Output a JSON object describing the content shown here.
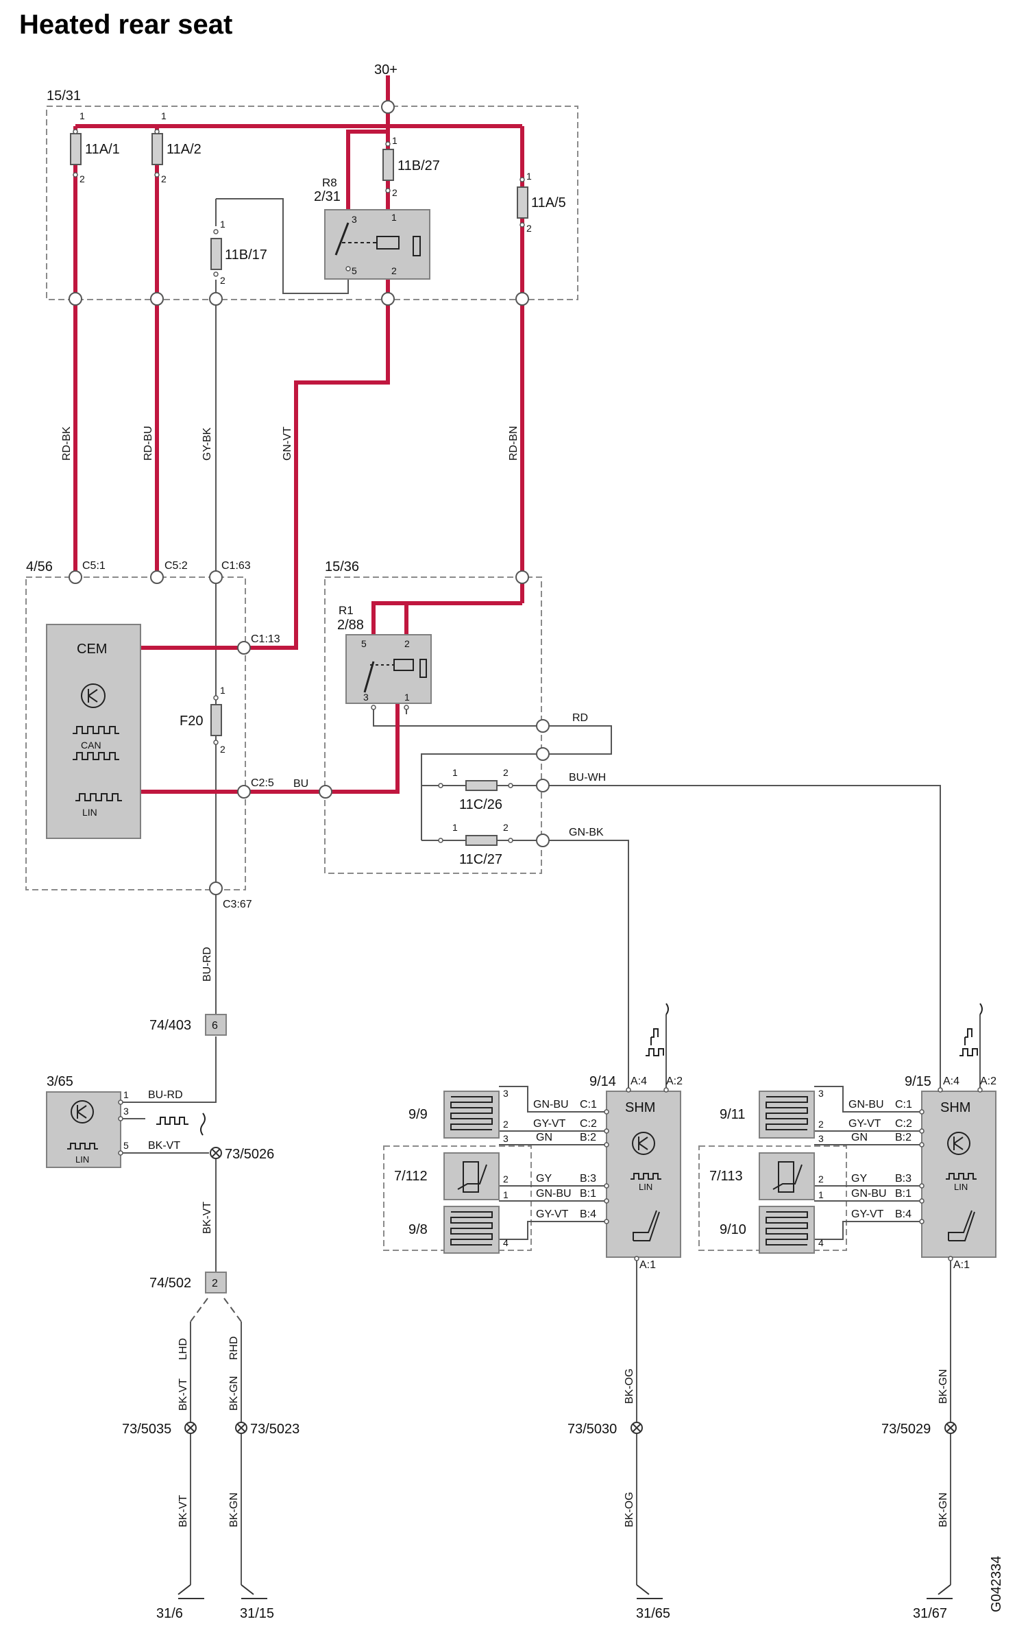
{
  "title": "Heated rear seat",
  "drawing_id": "G042334",
  "supply": "30+",
  "colors": {
    "power_wire": "#c0173f",
    "signal_wire": "#555555",
    "box_fill": "#c8c8c8",
    "box_border": "#808080",
    "dashed_border": "#8a8a8a"
  },
  "units": {
    "u1531": "15/31",
    "u456": "4/56",
    "u1536": "15/36",
    "u365": "3/65",
    "u914": "9/14",
    "u915": "9/15",
    "u99": "9/9",
    "u98": "9/8",
    "u7112": "7/112",
    "u911": "9/11",
    "u910": "9/10",
    "u7113": "7/113",
    "conn74403": "74/403",
    "conn74502": "74/502",
    "conn74403_pin": "6",
    "conn74502_pin": "2"
  },
  "fuses": {
    "f11a1": "11A/1",
    "f11a2": "11A/2",
    "f11b27": "11B/27",
    "f11a5": "11A/5",
    "f11b17": "11B/17",
    "f20": "F20",
    "f11c26": "11C/26",
    "f11c27": "11C/27"
  },
  "relays": {
    "r8_name": "R8",
    "r8_code": "2/31",
    "r1_name": "R1",
    "r1_code": "2/88"
  },
  "modules": {
    "cem": "CEM",
    "can": "CAN",
    "lin": "LIN",
    "shm": "SHM"
  },
  "wires": {
    "rd_bk": "RD-BK",
    "rd_bu": "RD-BU",
    "gy_bk": "GY-BK",
    "gn_vt": "GN-VT",
    "rd_bn": "RD-BN",
    "rd": "RD",
    "bu_wh": "BU-WH",
    "gn_bk": "GN-BK",
    "bu": "BU",
    "bu_rd": "BU-RD",
    "bk_vt": "BK-VT",
    "bk_gn": "BK-GN",
    "bk_og": "BK-OG",
    "gn_bu": "GN-BU",
    "gy_vt": "GY-VT",
    "gn": "GN",
    "gy": "GY",
    "lhd": "LHD",
    "rhd": "RHD"
  },
  "connectors": {
    "c5_1": "C5:1",
    "c5_2": "C5:2",
    "c1_63": "C1:63",
    "c1_13": "C1:13",
    "c2_5": "C2:5",
    "c3_67": "C3:67",
    "a4": "A:4",
    "a2": "A:2",
    "a1": "A:1",
    "c1": "C:1",
    "c2": "C:2",
    "b2": "B:2",
    "b3": "B:3",
    "b1": "B:1",
    "b4": "B:4"
  },
  "grounds": {
    "g5026": "73/5026",
    "g5035": "73/5035",
    "g5023": "73/5023",
    "g5030": "73/5030",
    "g5029": "73/5029",
    "e316": "31/6",
    "e3115": "31/15",
    "e3165": "31/65",
    "e3167": "31/67"
  },
  "pins": [
    "1",
    "2",
    "3",
    "4",
    "5"
  ]
}
